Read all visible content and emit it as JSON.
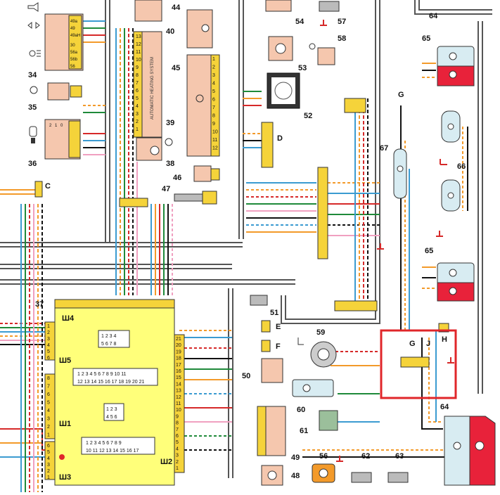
{
  "labels": {
    "n34": "34",
    "n35": "35",
    "n36": "36",
    "n37": "37",
    "n38": "38",
    "n39": "39",
    "n40": "40",
    "n44": "44",
    "n45": "45",
    "n46": "46",
    "n47": "47",
    "n48": "48",
    "n49": "49",
    "n50": "50",
    "n51": "51",
    "n52": "52",
    "n53": "53",
    "n54": "54",
    "n56": "56",
    "n57": "57",
    "n58": "58",
    "n59": "59",
    "n60": "60",
    "n61": "61",
    "n62": "62",
    "n63": "63",
    "n64a": "64",
    "n64b": "64",
    "n65a": "65",
    "n65b": "65",
    "n66": "66",
    "n67": "67",
    "C": "C",
    "D": "D",
    "E": "E",
    "F": "F",
    "G1": "G",
    "G2": "G",
    "J": "J",
    "H": "H"
  },
  "connectors": {
    "sh1": "Ш1",
    "sh2": "Ш2",
    "sh3": "Ш3",
    "sh4": "Ш4",
    "sh5": "Ш5"
  },
  "module39_text": "AUTOMATIC HEATING SYSTEM",
  "relay34_pins": [
    "49a",
    "49",
    "49aH",
    "30",
    "56a",
    "56b",
    "56"
  ],
  "switch36_pins": [
    "2",
    "1",
    "0"
  ],
  "block_pin_rows": {
    "r1": "1 2 3 4",
    "r2": "5 6 7 8",
    "r3": "1 2 3 4 5 6 7 8 9 10 11",
    "r4": "12 13 14 15 16 17 18 19 20 21",
    "r5": "1 2 3",
    "r6": "4 5 6",
    "r7": "1 2 3 4 5 6 7 8 9",
    "r8": "10 11 12 13 14 15 16 17"
  },
  "left_pins_top": [
    "1",
    "2",
    "3",
    "4",
    "5",
    "6"
  ],
  "left_pins_mid": [
    "8",
    "7",
    "6",
    "5",
    "4",
    "3",
    "2",
    "1"
  ],
  "left_pins_bot": [
    "6",
    "5",
    "4",
    "3",
    "2",
    "1"
  ],
  "right_pins": [
    "21",
    "20",
    "19",
    "18",
    "17",
    "16",
    "15",
    "14",
    "13",
    "12",
    "11",
    "10",
    "9",
    "8",
    "7",
    "6",
    "5",
    "4",
    "3",
    "2",
    "1"
  ],
  "module_pins_39": [
    "13",
    "12",
    "11",
    "10",
    "9",
    "8",
    "7",
    "6",
    "5",
    "4",
    "3",
    "2",
    "1"
  ],
  "module_pins_45": [
    "1",
    "2",
    "3",
    "4",
    "5",
    "6",
    "7",
    "8",
    "9",
    "10",
    "11",
    "12"
  ],
  "colors": {
    "wire_blue": "#3b9bd1",
    "wire_orange": "#f39a2a",
    "wire_red": "#d62929",
    "wire_green": "#1f8a3a",
    "wire_pink": "#f0a0c0",
    "wire_black": "#111111",
    "connector_yellow": "#f5d33a",
    "component_peach": "#f5c7ae",
    "central_block": "#ffff7a",
    "highlight_red": "#e0262a",
    "lamp_red": "#e8223a"
  }
}
